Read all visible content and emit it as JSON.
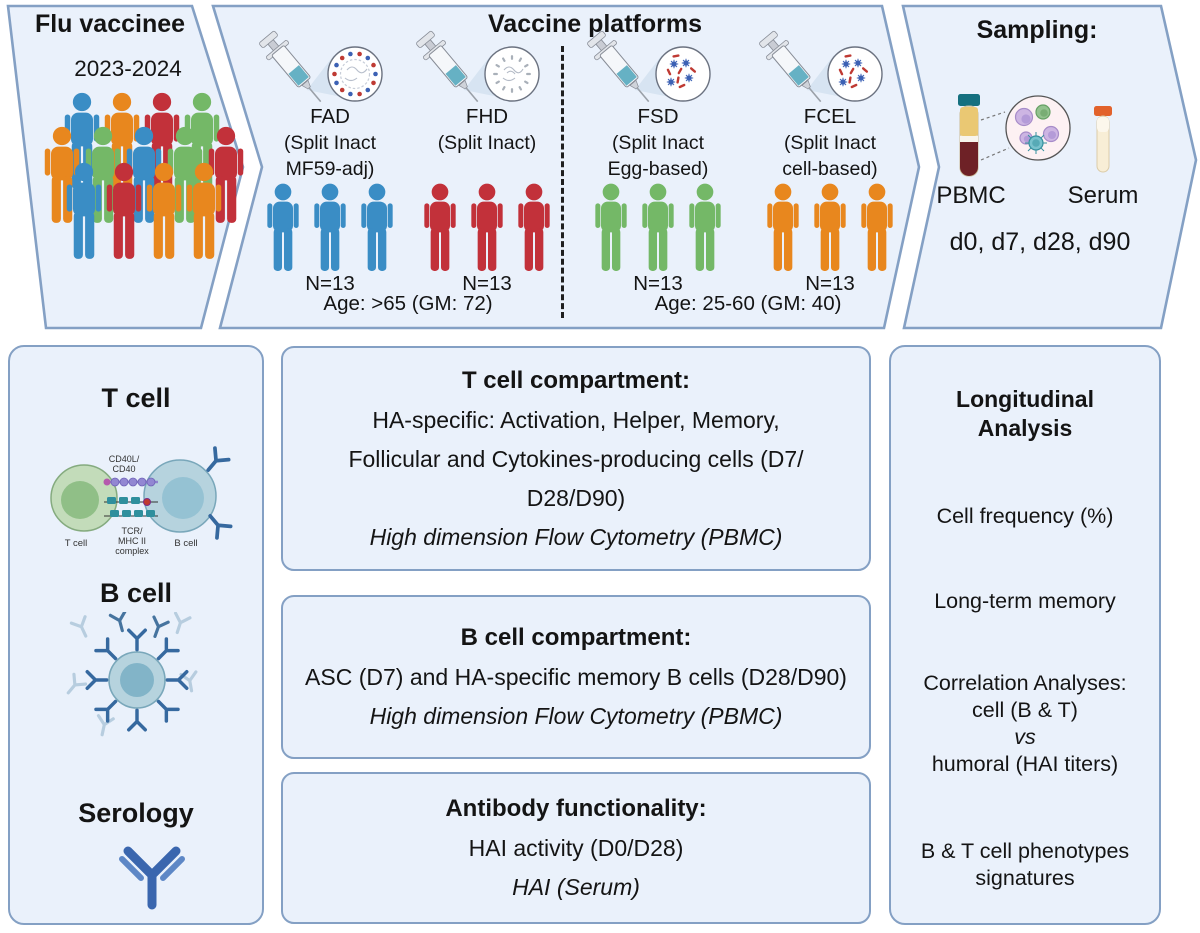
{
  "palette": {
    "blue": "#3a8dc5",
    "red": "#c2313a",
    "green": "#74b867",
    "orange": "#e8871e",
    "panel_fill": "#eaf1fb",
    "panel_border": "#84a0c4",
    "antibody_blue": "#36699f",
    "text": "#141414"
  },
  "top": {
    "flu_vaccinee": {
      "title": "Flu vaccinee",
      "season": "2023-2024",
      "crowd_rows": [
        [
          "blue",
          "orange",
          "red",
          "green"
        ],
        [
          "orange",
          "green",
          "blue",
          "green",
          "red"
        ],
        [
          "blue",
          "red",
          "orange",
          "orange"
        ]
      ]
    },
    "vaccine_platforms": {
      "title": "Vaccine platforms",
      "groups": [
        {
          "code": "FAD",
          "desc_lines": [
            "(Split Inact",
            "MF59-adj)"
          ],
          "n": "N=13",
          "color": "blue",
          "icon": "adjuvanted-virus"
        },
        {
          "code": "FHD",
          "desc_lines": [
            "(Split Inact)"
          ],
          "n": "N=13",
          "color": "red",
          "icon": "whole-virus"
        },
        {
          "code": "FSD",
          "desc_lines": [
            "(Split Inact",
            "Egg-based)"
          ],
          "n": "N=13",
          "color": "green",
          "icon": "split-virion"
        },
        {
          "code": "FCEL",
          "desc_lines": [
            "(Split Inact",
            "cell-based)"
          ],
          "n": "N=13",
          "color": "orange",
          "icon": "split-virion"
        }
      ],
      "age_left": "Age: >65 (GM: 72)",
      "age_right": "Age: 25-60 (GM: 40)"
    },
    "sampling": {
      "title": "Sampling:",
      "icons": [
        "blood-tube-icon",
        "pbmc-cells-icon",
        "serum-tube-icon"
      ],
      "pbmc_label": "PBMC",
      "serum_label": "Serum",
      "timepoints": "d0, d7, d28, d90"
    }
  },
  "left_panel": {
    "t_cell_heading": "T cell",
    "diagram": {
      "cd40_lines": [
        "CD40L/",
        "CD40"
      ],
      "tcr_lines": [
        "TCR/",
        "MHC II",
        "complex"
      ],
      "t_label": "T cell",
      "b_label": "B cell"
    },
    "b_cell_heading": "B cell",
    "serology_heading": "Serology"
  },
  "boxes": {
    "t_compartment": {
      "title": "T cell compartment:",
      "lines": [
        "HA-specific: Activation, Helper, Memory,",
        "Follicular and Cytokines-producing cells (D7/",
        "D28/D90)"
      ],
      "method": "High dimension Flow Cytometry (PBMC)"
    },
    "b_compartment": {
      "title": "B cell compartment:",
      "lines": [
        "ASC (D7) and HA-specific memory B cells (D28/D90)"
      ],
      "method": "High dimension Flow Cytometry (PBMC)"
    },
    "antibody": {
      "title": "Antibody functionality:",
      "lines": [
        "HAI activity (D0/D28)"
      ],
      "method": "HAI (Serum)"
    }
  },
  "right_panel": {
    "title_lines": [
      "Longitudinal",
      "Analysis"
    ],
    "items": [
      "Cell frequency (%)",
      "Long-term memory"
    ],
    "correlation": [
      "Correlation Analyses:",
      "cell (B & T)",
      "vs",
      "humoral (HAI titers)"
    ],
    "last": [
      "B & T cell phenotypes",
      "signatures"
    ]
  }
}
